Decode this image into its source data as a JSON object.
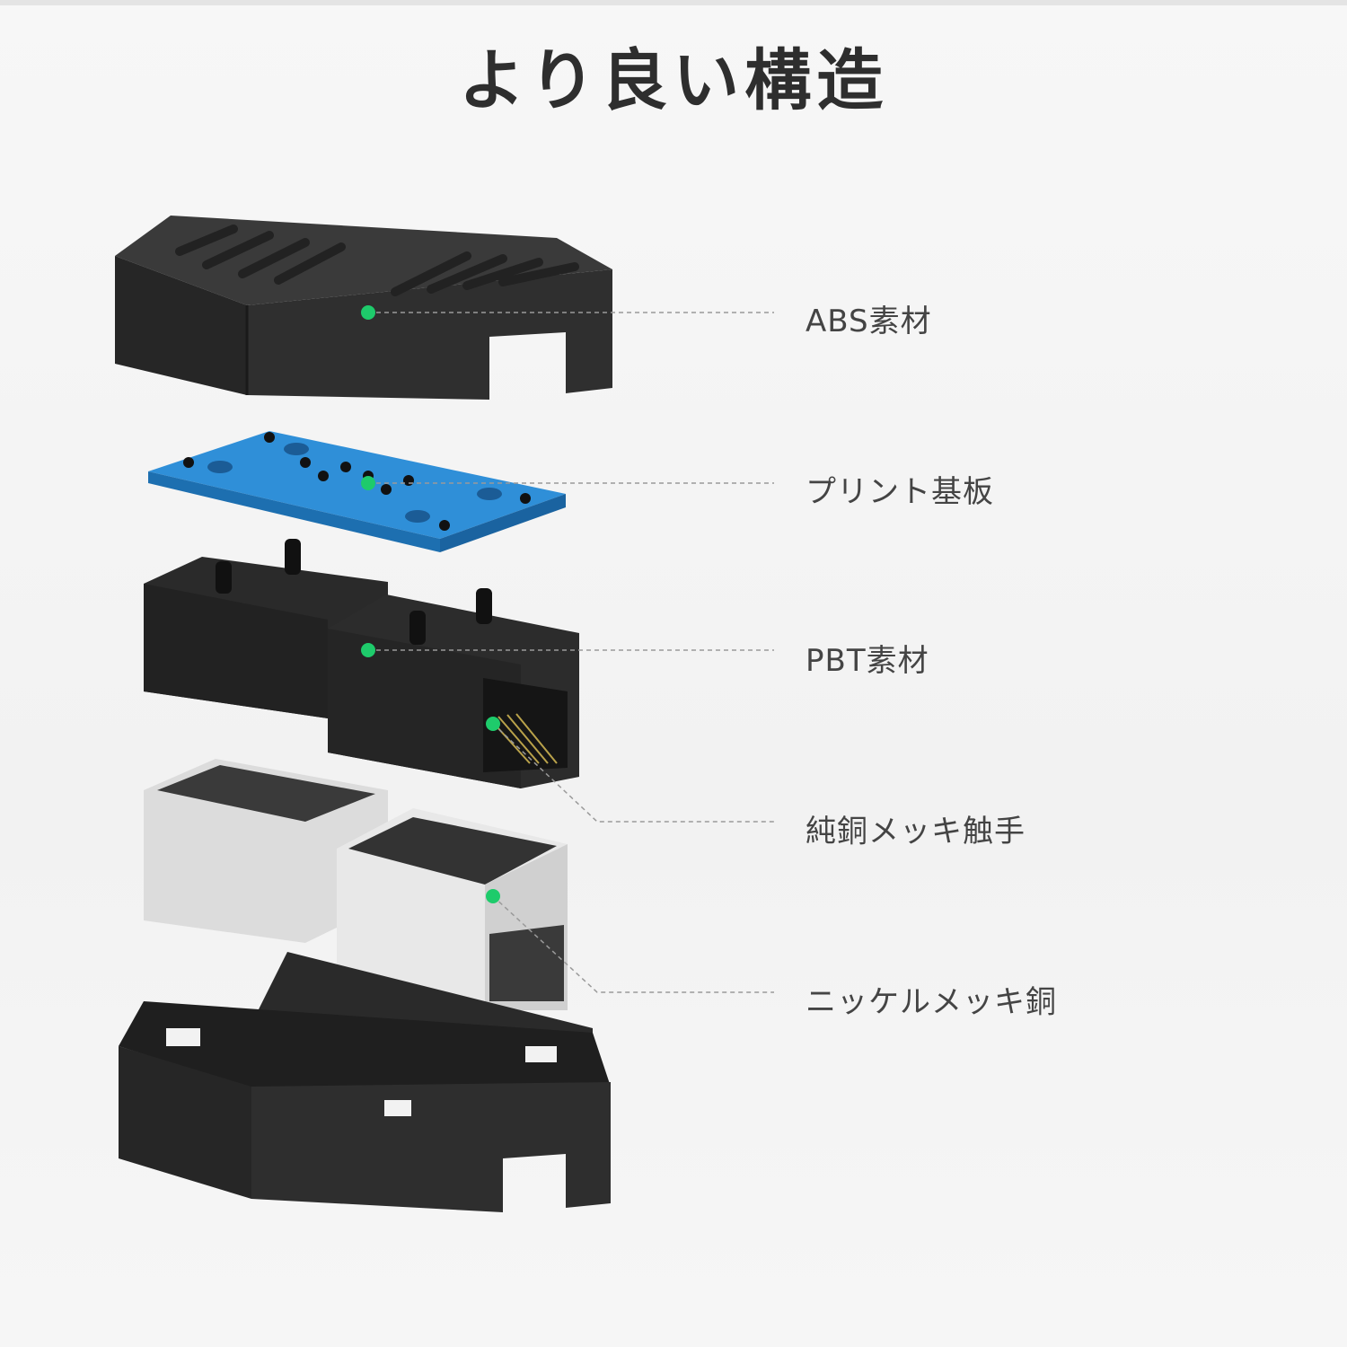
{
  "title": "より良い構造",
  "callouts": [
    {
      "label": "ABS素材"
    },
    {
      "label": "プリント基板"
    },
    {
      "label": "PBT素材"
    },
    {
      "label": "純銅メッキ触手"
    },
    {
      "label": "ニッケルメッキ銅"
    }
  ],
  "colors": {
    "dot": "#1ecb6b",
    "pcb": "#2f8fd8",
    "housing": "#2b2b2b",
    "shield": "#e6e6e6"
  }
}
